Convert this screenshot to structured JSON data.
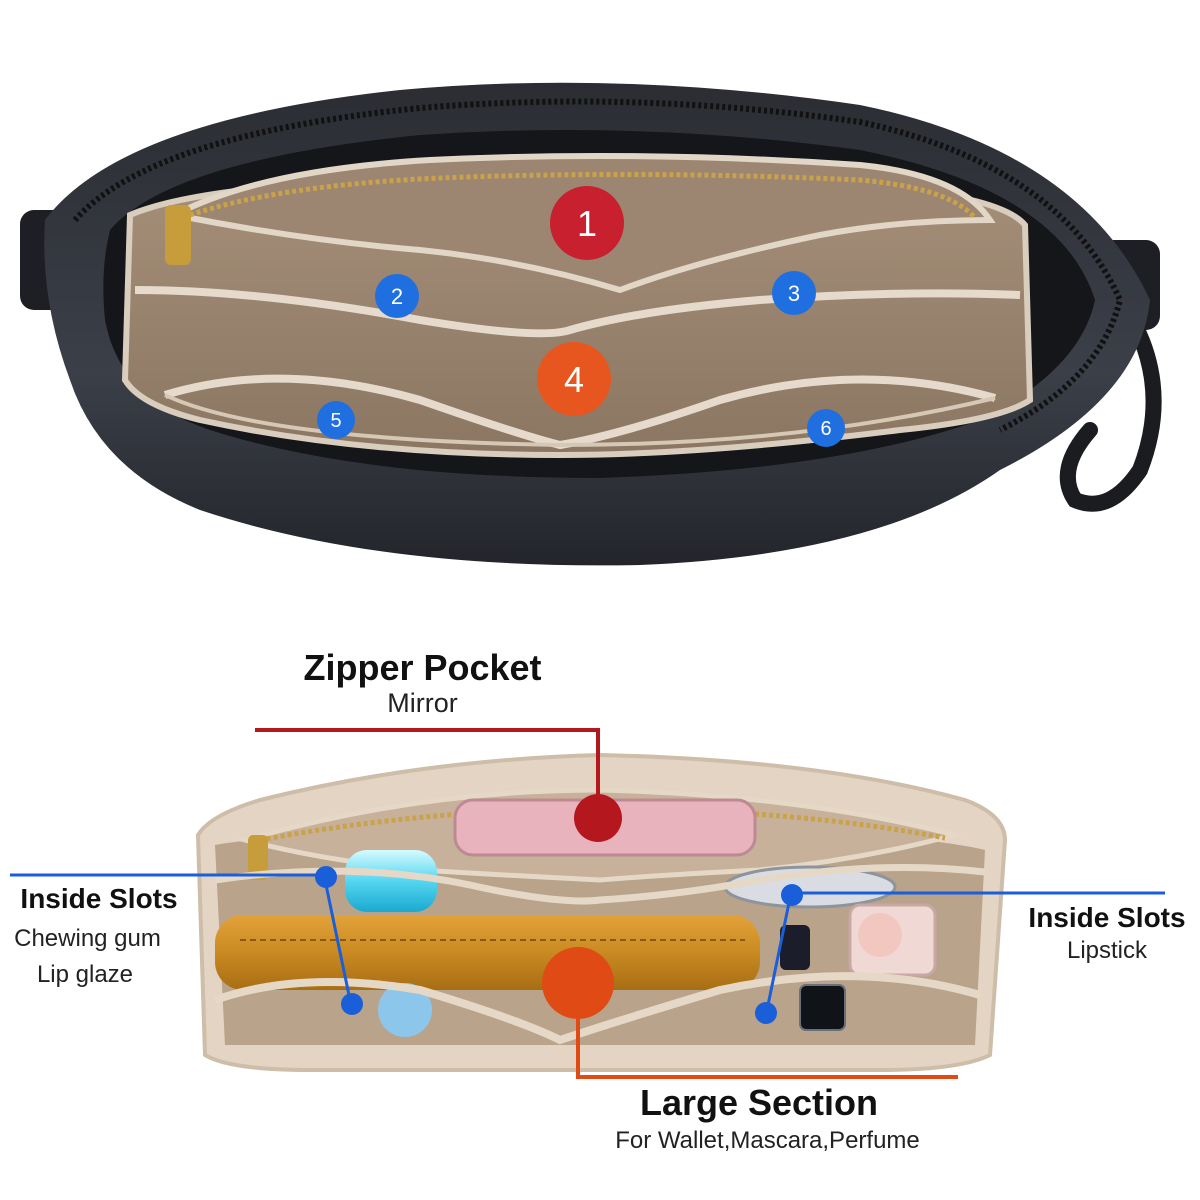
{
  "top_view": {
    "compartments": [
      {
        "label": "1",
        "color": "#c8202f"
      },
      {
        "label": "2",
        "color": "#1f6fe0"
      },
      {
        "label": "3",
        "color": "#1f6fe0"
      },
      {
        "label": "4",
        "color": "#e8561f"
      },
      {
        "label": "5",
        "color": "#1f6fe0"
      },
      {
        "label": "6",
        "color": "#1f6fe0"
      }
    ]
  },
  "callouts": {
    "zipper_pocket": {
      "title": "Zipper Pocket",
      "subtitle": "Mirror",
      "color": "#b5171e"
    },
    "inside_slots_left": {
      "title": "Inside Slots",
      "line1": "Chewing gum",
      "line2": "Lip glaze",
      "color": "#1a5ed9"
    },
    "inside_slots_right": {
      "title": "Inside Slots",
      "line1": "Lipstick",
      "color": "#1a5ed9"
    },
    "large_section": {
      "title": "Large Section",
      "subtitle": "For Wallet,Mascara,Perfume",
      "color": "#e04a15"
    }
  }
}
